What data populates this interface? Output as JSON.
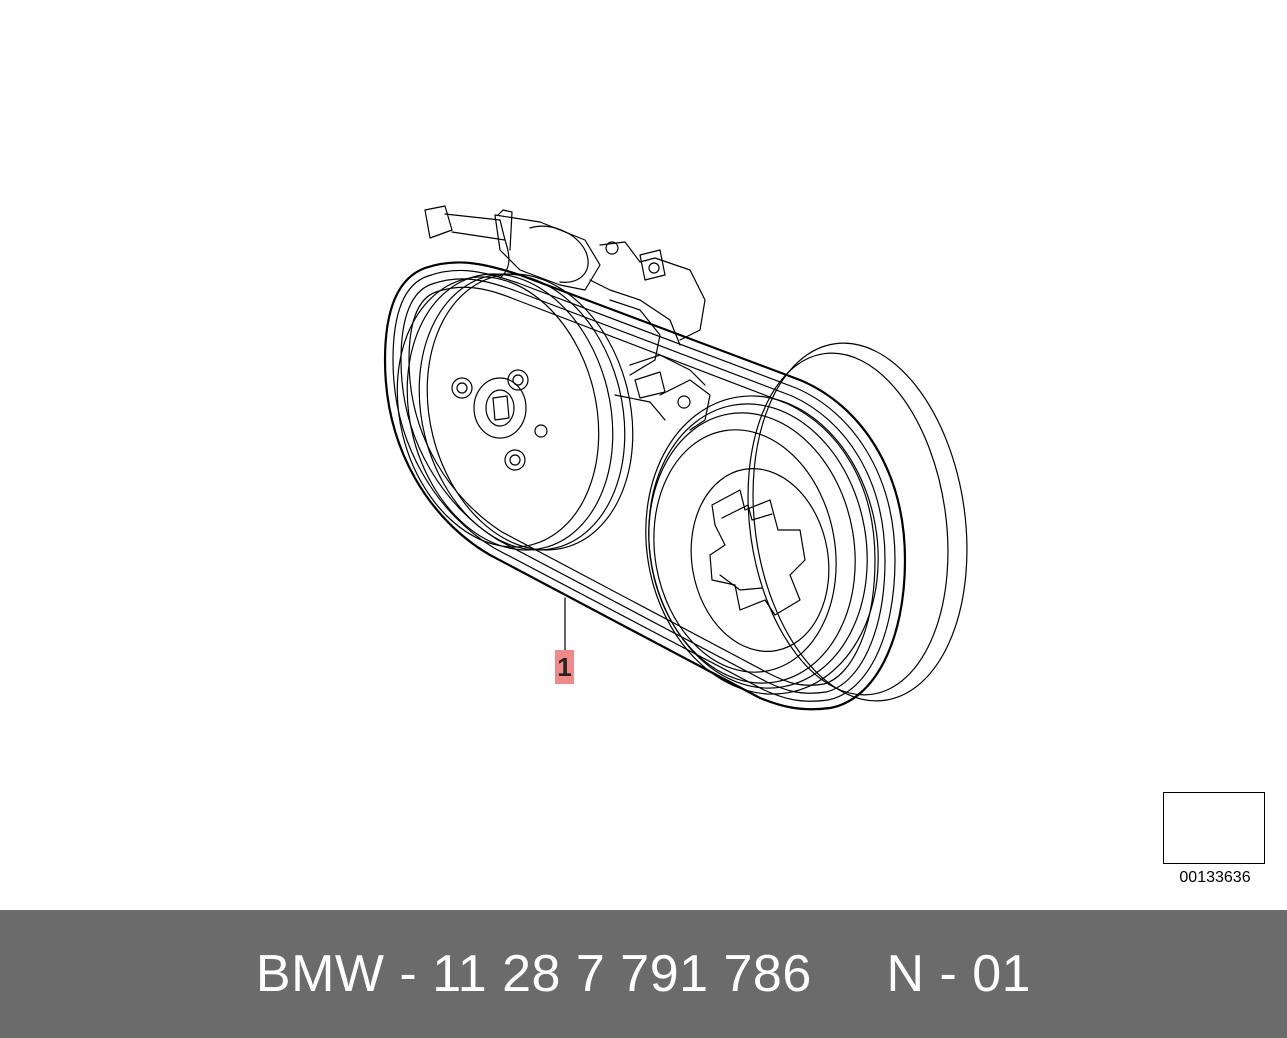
{
  "diagram": {
    "callouts": [
      {
        "label": "1"
      }
    ],
    "reference_number": "00133636",
    "reference_icon": "direction-arrow-icon"
  },
  "footer": {
    "text": "BMW - 11 28 7 791 786     N - 01"
  },
  "colors": {
    "footer_background": "#6b6b6b",
    "footer_text": "#ffffff",
    "callout_highlight": "#f08a8a",
    "line_art": "#000000"
  }
}
